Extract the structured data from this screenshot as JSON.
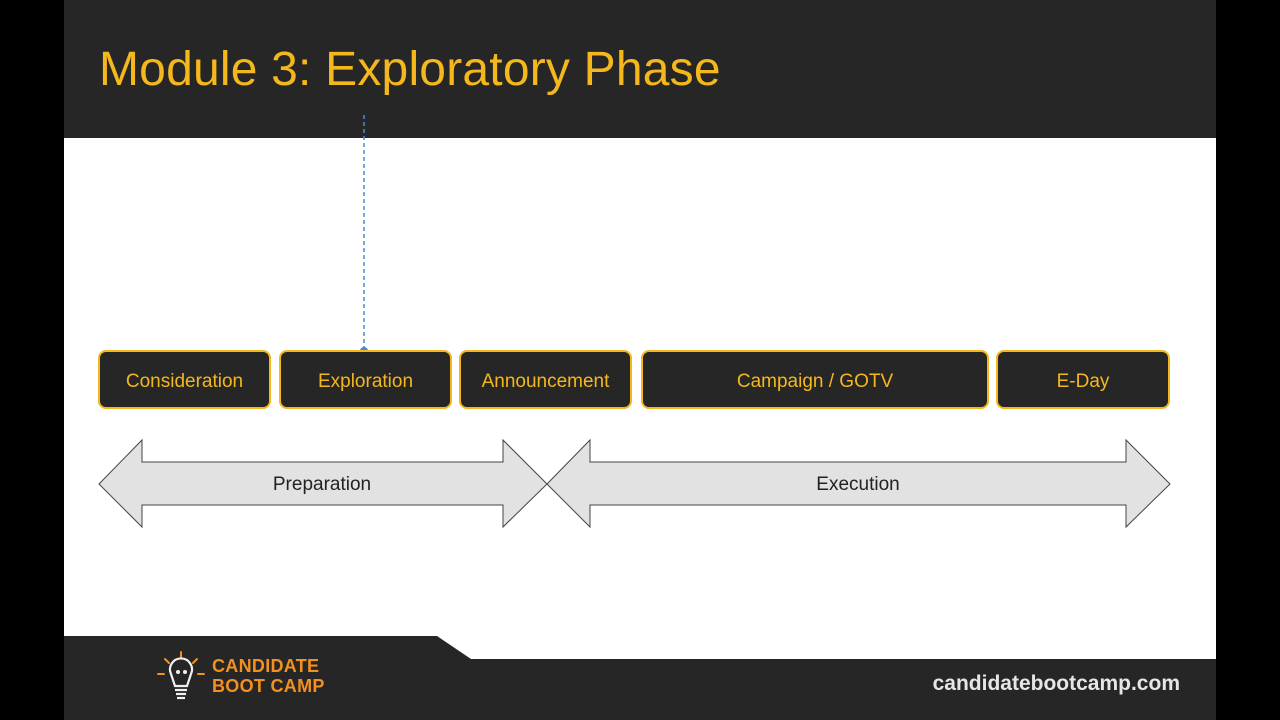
{
  "title": "Module 3: Exploratory Phase",
  "colors": {
    "accent": "#f5b81c",
    "dark": "#262626",
    "stage_fill": "#262626",
    "arrow_fill": "#e2e2e2",
    "marker": "#4a8ad4",
    "brand_orange": "#f3901e"
  },
  "stages": [
    {
      "label": "Consideration"
    },
    {
      "label": "Exploration"
    },
    {
      "label": "Announcement"
    },
    {
      "label": "Campaign / GOTV"
    },
    {
      "label": "E-Day"
    }
  ],
  "phases": [
    {
      "label": "Preparation"
    },
    {
      "label": "Execution"
    }
  ],
  "current_stage": "Exploration",
  "brand": {
    "line1": "CANDIDATE",
    "line2": "BOOT CAMP",
    "logo_icon": "lightbulb-icon"
  },
  "footer": {
    "url": "candidatebootcamp.com"
  }
}
